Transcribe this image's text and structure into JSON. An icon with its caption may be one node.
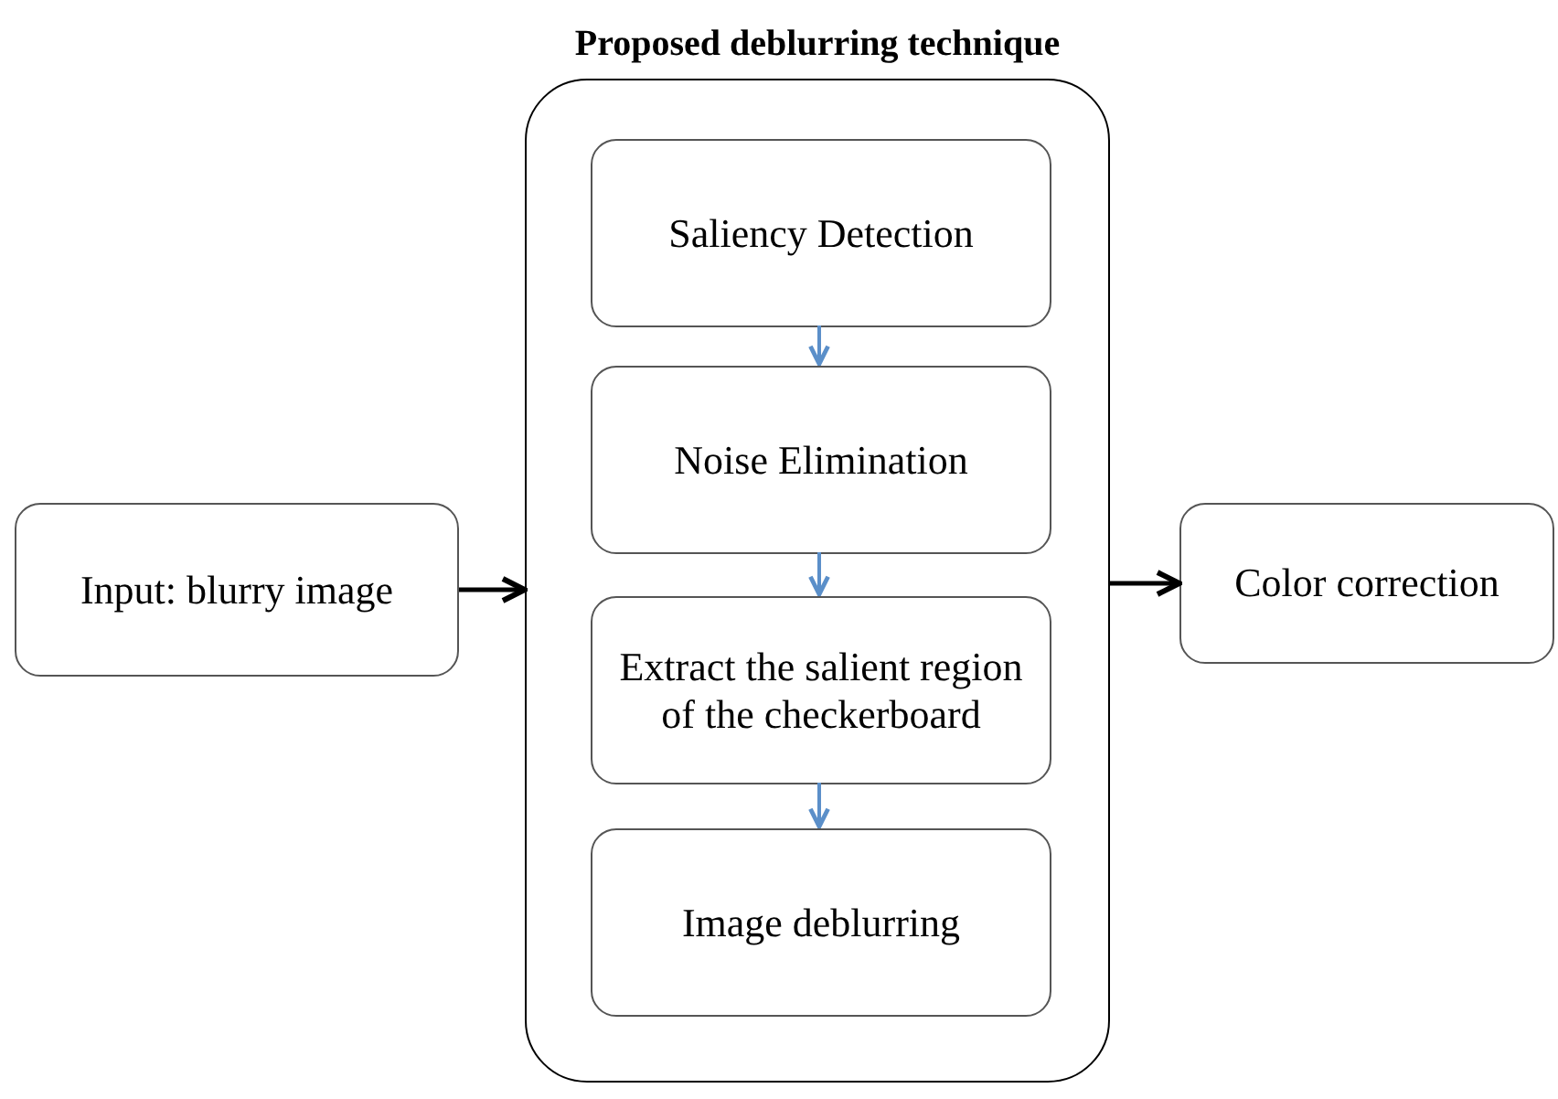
{
  "diagram": {
    "nodes": [
      {
        "text": [
          "Input: blurry image"
        ]
      },
      {
        "text": [
          "Proposed deblurring technique"
        ]
      },
      {
        "text": [
          "Saliency Detection"
        ],
        "in": 1
      },
      {
        "text": [
          "Noise Elimination"
        ],
        "in": 1
      },
      {
        "text": [
          "Extract the salient region of the checkerboard"
        ],
        "in": 1
      },
      {
        "text": [
          "Image deblurring"
        ],
        "in": 1
      },
      {
        "text": [
          "Color correction"
        ]
      }
    ],
    "edges": [
      {
        "from": 0,
        "to": 1,
        "arrow": "to",
        "color": "#000000"
      },
      {
        "from": 1,
        "to": 6,
        "arrow": "to",
        "color": "#000000"
      },
      {
        "from": 2,
        "to": 3,
        "arrow": "to",
        "color": "#5b8fc9"
      },
      {
        "from": 3,
        "to": 4,
        "arrow": "to",
        "color": "#5b8fc9"
      },
      {
        "from": 4,
        "to": 5,
        "arrow": "to",
        "color": "#5b8fc9"
      }
    ]
  }
}
